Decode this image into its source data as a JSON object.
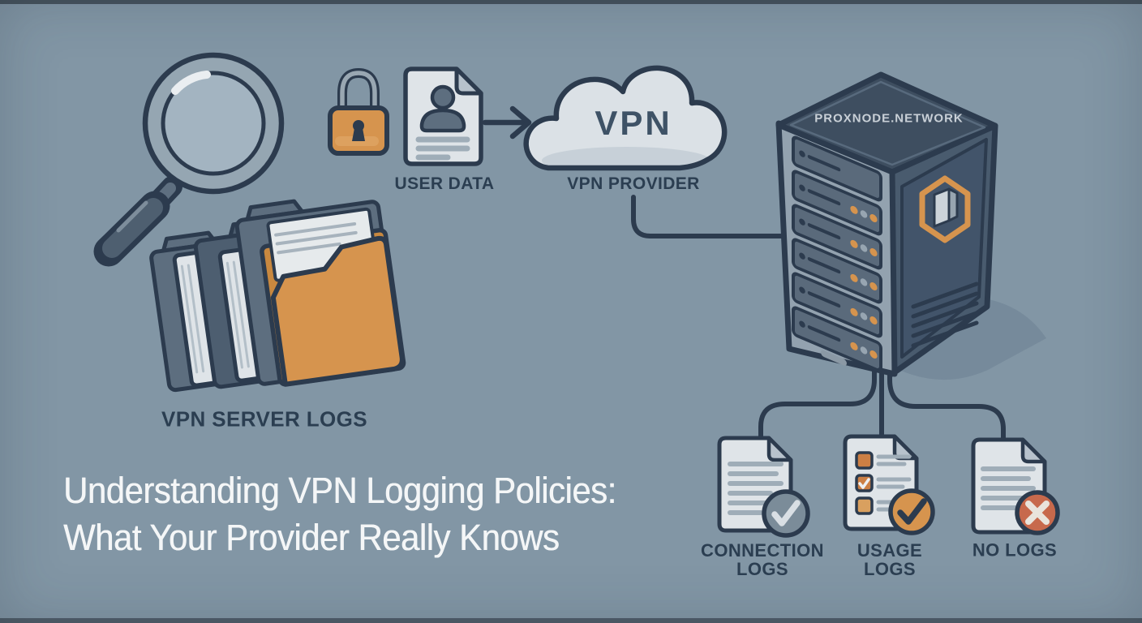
{
  "theme": {
    "bg": "#8296a5",
    "ink": "#2c3b4e",
    "orange": "#d6944e",
    "orange_deep": "#c8883f",
    "terracotta": "#c7694c",
    "paper": "#dfe4e8",
    "paper_shade": "#b7c2cc",
    "grey_line": "#9fadb8",
    "slate": "#5d6e7f",
    "slate_deep": "#4d5e70",
    "frame_grey": "#95a6b2",
    "lens": "#a3b4c1",
    "cloud": "#dbe1e6",
    "badge_grey": "#7b8c99",
    "server_top": "#3e4e60",
    "server_front_frame": "#93a2af",
    "server_side": "#495b6e",
    "slot": "#5a6a7b",
    "label_ink": "#2b3e51",
    "title_ink": "#f4f6f7",
    "vpn_ink": "#3e5266",
    "host_ink": "#c9d0d7"
  },
  "title": {
    "line1": "Understanding VPN Logging Policies:",
    "line2": "What Your Provider Really Knows"
  },
  "diagram": {
    "server_logs": {
      "label": "VPN SERVER LOGS"
    },
    "user_data": {
      "label": "USER DATA"
    },
    "vpn_provider": {
      "cloud_text": "VPN",
      "label": "VPN PROVIDER"
    },
    "server": {
      "hostname": "PROXNODE.NETWORK"
    },
    "log_types": [
      {
        "lines": [
          "CONNECTION",
          "LOGS"
        ],
        "badge": "check"
      },
      {
        "lines": [
          "USAGE",
          "LOGS"
        ],
        "badge": "check"
      },
      {
        "lines": [
          "NO LOGS"
        ],
        "badge": "cross"
      }
    ]
  }
}
